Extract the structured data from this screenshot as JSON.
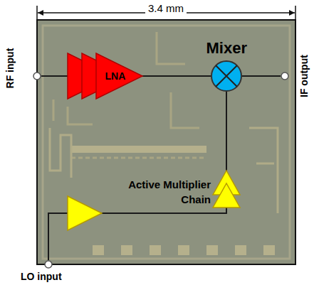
{
  "diagram": {
    "nodes": [
      {
        "text": [
          "RF input"
        ]
      },
      {
        "text": [
          "LNA"
        ]
      },
      {
        "text": [
          "Mixer"
        ]
      },
      {
        "text": [
          "IF output"
        ]
      },
      {
        "text": [
          "LO input"
        ]
      },
      {
        "text": [
          "Active Multiplier Chain"
        ]
      }
    ],
    "edges": [
      {
        "from": 0,
        "to": 1,
        "arrow": "none"
      },
      {
        "from": 1,
        "to": 2,
        "arrow": "none"
      },
      {
        "from": 2,
        "to": 3,
        "arrow": "none"
      },
      {
        "from": 4,
        "to": 5,
        "arrow": "none"
      },
      {
        "from": 5,
        "to": 2,
        "arrow": "none"
      }
    ],
    "labels": [
      "3.4 mm"
    ]
  }
}
